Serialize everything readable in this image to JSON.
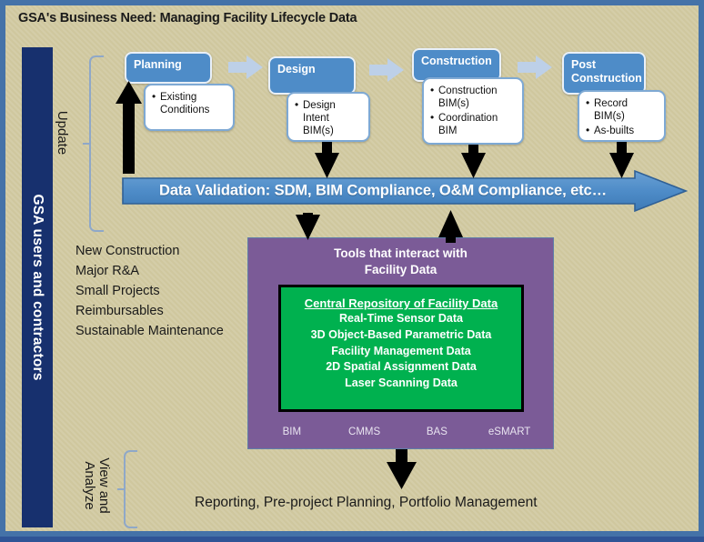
{
  "title": "GSA's Business Need: Managing Facility Lifecycle Data",
  "sidebar": {
    "label": "GSA users and contractors"
  },
  "brackets": {
    "update": "Update",
    "view_line1": "View and",
    "view_line2": "Analyze"
  },
  "stages": [
    {
      "name": "Planning",
      "details": [
        "Existing Conditions"
      ]
    },
    {
      "name": "Design",
      "details": [
        "Design Intent BIM(s)"
      ]
    },
    {
      "name": "Construction",
      "details": [
        "Construction BIM(s)",
        "Coordination BIM"
      ]
    },
    {
      "name": "Post Construction",
      "details": [
        "Record BIM(s)",
        "As-builts"
      ]
    }
  ],
  "validation": {
    "text": "Data Validation: SDM, BIM Compliance, O&M Compliance, etc…"
  },
  "projects": [
    "New Construction",
    "Major R&A",
    "Small Projects",
    "Reimbursables",
    "Sustainable Maintenance"
  ],
  "tools": {
    "title_line1": "Tools that interact with",
    "title_line2": "Facility Data",
    "repository": {
      "title": "Central Repository of Facility Data",
      "rows": [
        "Real-Time Sensor Data",
        "3D Object-Based Parametric Data",
        "Facility Management Data",
        "2D Spatial Assignment Data",
        "Laser Scanning Data"
      ]
    },
    "legend": [
      "BIM",
      "CMMS",
      "BAS",
      "eSMART"
    ]
  },
  "outcome": "Reporting, Pre-project Planning, Portfolio Management",
  "colors": {
    "background": "#CFC79E",
    "frame": "#4472A8",
    "sidebar": "#17306E",
    "stage_blue": "#4E8CC8",
    "validation_blue": "#4E8CC8",
    "tools_purple": "#7B5B97",
    "repository_green": "#00B14F",
    "chevron": "#BDD0E8"
  }
}
